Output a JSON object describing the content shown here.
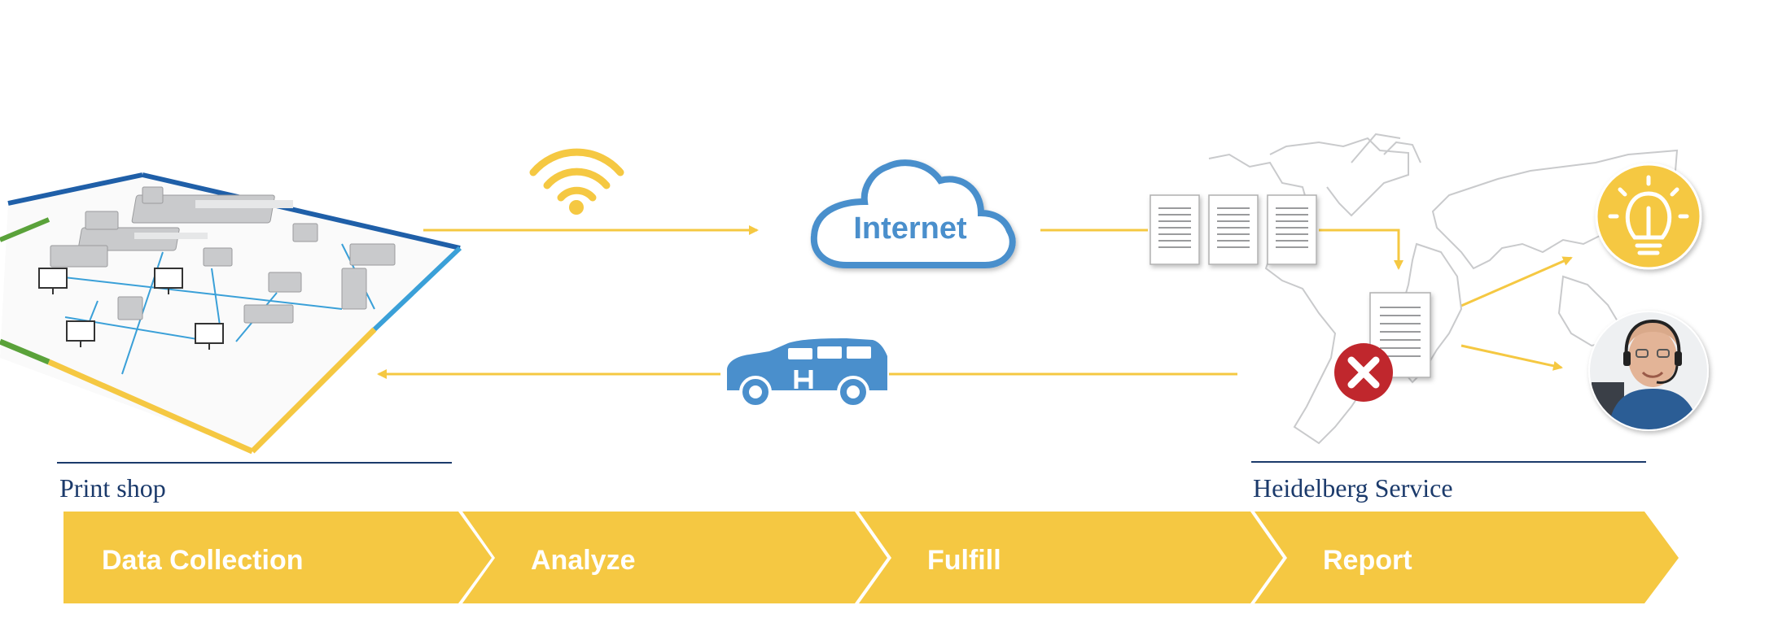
{
  "labels": {
    "print_shop": "Print shop",
    "service": "Heidelberg Service",
    "internet": "Internet"
  },
  "steps": [
    {
      "label": "Data Collection"
    },
    {
      "label": "Analyze"
    },
    {
      "label": "Fulfill"
    },
    {
      "label": "Report"
    }
  ],
  "colors": {
    "accent_yellow": "#f5c842",
    "cloud_blue": "#4a8fcc",
    "line_blue": "#3aa0d8",
    "green": "#5aa23a",
    "navy": "#1b3a6b",
    "error_red": "#c0272d"
  },
  "icons": [
    "wifi-icon",
    "cloud-icon",
    "car-icon",
    "document-icon",
    "error-icon",
    "lightbulb-icon",
    "support-agent-photo",
    "world-map"
  ]
}
